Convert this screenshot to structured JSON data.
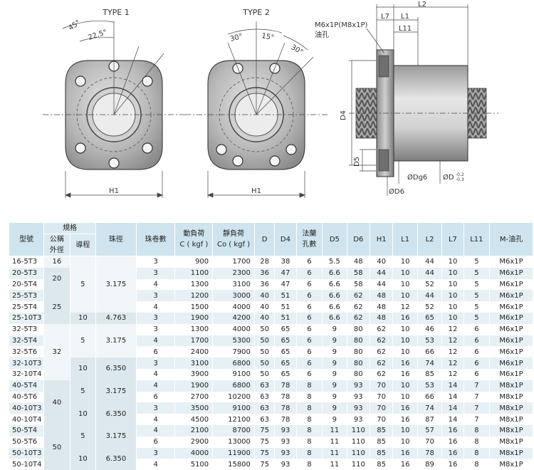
{
  "drawing": {
    "type1_label": "TYPE 1",
    "type2_label": "TYPE 2",
    "type1_angle_45": "45°",
    "type1_angle_22_5": "22.5°",
    "type2_angle_30_left": "30°",
    "type2_angle_15": "15°",
    "type2_angle_30_right": "30°",
    "h1_label_left": "H1",
    "h1_label_right": "H1",
    "side_thread": "M6x1P(M8x1P)",
    "side_oil_hole": "油孔",
    "side_L2": "L2",
    "side_L7": "L7",
    "side_L1": "L1",
    "side_L11": "L11",
    "side_D4": "D4",
    "side_D5": "D5",
    "side_Dg6": "ØDg6",
    "side_D6": "ØD6",
    "side_D_tol": "ØD",
    "side_D_tol_upper": "-0.2",
    "side_D_tol_lower": "-0.3"
  },
  "table": {
    "headers": {
      "model": "型號",
      "spec": "規格",
      "nominal_od": "公稱外徑",
      "nominal_od_line1": "公稱",
      "nominal_od_line2": "外徑",
      "lead": "導程",
      "ball_dia": "珠徑",
      "circuits": "珠卷數",
      "dynamic_load": "動負荷",
      "dynamic_load_unit": "C ( kgf )",
      "static_load": "靜負荷",
      "static_load_unit": "Co ( kgf )",
      "D": "D",
      "D4": "D4",
      "flange_holes": "法蘭孔數",
      "flange_holes_line1": "法蘭",
      "flange_holes_line2": "孔數",
      "D5": "D5",
      "D6": "D6",
      "H1": "H1",
      "L1": "L1",
      "L2": "L2",
      "L7": "L7",
      "L11": "L11",
      "oil_hole": "M-油孔"
    },
    "merged": {
      "od_16": "16",
      "od_20": "20",
      "od_25": "25",
      "od_32": "32",
      "od_40": "40",
      "od_50": "50",
      "lead_5_a": "5",
      "lead_10_a": "10",
      "lead_5_b": "5",
      "lead_10_b": "10",
      "lead_5_c": "5",
      "lead_10_c": "10",
      "lead_5_d": "5",
      "lead_10_d": "10",
      "ball_3175_a": "3.175",
      "ball_4763": "4.763",
      "ball_3175_b": "3.175",
      "ball_6350_a": "6.350",
      "ball_3175_c": "3.175",
      "ball_6350_b": "6.350",
      "ball_3175_d": "3.175",
      "ball_6350_c": "6.350"
    },
    "rows": [
      {
        "model": "16-5T3",
        "circuits": "3",
        "C": "900",
        "Co": "1700",
        "D": "28",
        "D4": "38",
        "holes": "6",
        "D5": "5.5",
        "D6": "48",
        "H1": "40",
        "L1": "10",
        "L2": "44",
        "L7": "10",
        "L11": "5",
        "M": "M6x1P"
      },
      {
        "model": "20-5T3",
        "circuits": "3",
        "C": "1100",
        "Co": "2300",
        "D": "36",
        "D4": "47",
        "holes": "6",
        "D5": "6.6",
        "D6": "58",
        "H1": "44",
        "L1": "10",
        "L2": "44",
        "L7": "10",
        "L11": "5",
        "M": "M6x1P"
      },
      {
        "model": "20-5T4",
        "circuits": "4",
        "C": "1300",
        "Co": "3100",
        "D": "36",
        "D4": "47",
        "holes": "6",
        "D5": "6.6",
        "D6": "58",
        "H1": "44",
        "L1": "10",
        "L2": "52",
        "L7": "10",
        "L11": "5",
        "M": "M6x1P"
      },
      {
        "model": "25-5T3",
        "circuits": "3",
        "C": "1200",
        "Co": "3000",
        "D": "40",
        "D4": "51",
        "holes": "6",
        "D5": "6.6",
        "D6": "62",
        "H1": "48",
        "L1": "10",
        "L2": "44",
        "L7": "10",
        "L11": "5",
        "M": "M6x1P"
      },
      {
        "model": "25-5T4",
        "circuits": "4",
        "C": "1500",
        "Co": "4000",
        "D": "40",
        "D4": "51",
        "holes": "6",
        "D5": "6.6",
        "D6": "62",
        "H1": "48",
        "L1": "12",
        "L2": "52",
        "L7": "10",
        "L11": "5",
        "M": "M6x1P"
      },
      {
        "model": "25-10T3",
        "circuits": "3",
        "C": "1900",
        "Co": "4200",
        "D": "40",
        "D4": "51",
        "holes": "6",
        "D5": "6.6",
        "D6": "62",
        "H1": "48",
        "L1": "16",
        "L2": "65",
        "L7": "10",
        "L11": "5",
        "M": "M6x1P"
      },
      {
        "model": "32-5T3",
        "circuits": "3",
        "C": "1300",
        "Co": "4000",
        "D": "50",
        "D4": "65",
        "holes": "6",
        "D5": "9",
        "D6": "80",
        "H1": "62",
        "L1": "10",
        "L2": "46",
        "L7": "12",
        "L11": "6",
        "M": "M6x1P"
      },
      {
        "model": "32-5T4",
        "circuits": "4",
        "C": "1700",
        "Co": "5300",
        "D": "50",
        "D4": "65",
        "holes": "6",
        "D5": "9",
        "D6": "80",
        "H1": "62",
        "L1": "10",
        "L2": "53",
        "L7": "12",
        "L11": "6",
        "M": "M6x1P"
      },
      {
        "model": "32-5T6",
        "circuits": "6",
        "C": "2400",
        "Co": "7900",
        "D": "50",
        "D4": "65",
        "holes": "6",
        "D5": "9",
        "D6": "80",
        "H1": "62",
        "L1": "10",
        "L2": "66",
        "L7": "12",
        "L11": "6",
        "M": "M6x1P"
      },
      {
        "model": "32-10T3",
        "circuits": "3",
        "C": "3100",
        "Co": "6800",
        "D": "50",
        "D4": "65",
        "holes": "6",
        "D5": "9",
        "D6": "80",
        "H1": "62",
        "L1": "16",
        "L2": "74",
        "L7": "12",
        "L11": "6",
        "M": "M6x1P"
      },
      {
        "model": "32-10T4",
        "circuits": "4",
        "C": "3900",
        "Co": "9100",
        "D": "50",
        "D4": "65",
        "holes": "6",
        "D5": "9",
        "D6": "80",
        "H1": "62",
        "L1": "16",
        "L2": "85",
        "L7": "12",
        "L11": "6",
        "M": "M6x1P"
      },
      {
        "model": "40-5T4",
        "circuits": "4",
        "C": "1900",
        "Co": "6800",
        "D": "63",
        "D4": "78",
        "holes": "8",
        "D5": "9",
        "D6": "93",
        "H1": "70",
        "L1": "10",
        "L2": "53",
        "L7": "14",
        "L11": "7",
        "M": "M8x1P"
      },
      {
        "model": "40-5T6",
        "circuits": "6",
        "C": "2700",
        "Co": "10200",
        "D": "63",
        "D4": "78",
        "holes": "8",
        "D5": "9",
        "D6": "93",
        "H1": "70",
        "L1": "10",
        "L2": "66",
        "L7": "14",
        "L11": "7",
        "M": "M8x1P"
      },
      {
        "model": "40-10T3",
        "circuits": "3",
        "C": "3500",
        "Co": "9100",
        "D": "63",
        "D4": "78",
        "holes": "8",
        "D5": "9",
        "D6": "93",
        "H1": "70",
        "L1": "16",
        "L2": "74",
        "L7": "14",
        "L11": "7",
        "M": "M8x1P"
      },
      {
        "model": "40-10T4",
        "circuits": "4",
        "C": "4500",
        "Co": "12100",
        "D": "63",
        "D4": "78",
        "holes": "8",
        "D5": "9",
        "D6": "93",
        "H1": "70",
        "L1": "16",
        "L2": "87",
        "L7": "14",
        "L11": "7",
        "M": "M8x1P"
      },
      {
        "model": "50-5T4",
        "circuits": "4",
        "C": "2100",
        "Co": "8700",
        "D": "75",
        "D4": "93",
        "holes": "8",
        "D5": "11",
        "D6": "110",
        "H1": "85",
        "L1": "10",
        "L2": "57",
        "L7": "16",
        "L11": "8",
        "M": "M8x1P"
      },
      {
        "model": "50-5T6",
        "circuits": "6",
        "C": "2900",
        "Co": "13000",
        "D": "75",
        "D4": "93",
        "holes": "8",
        "D5": "11",
        "D6": "110",
        "H1": "85",
        "L1": "10",
        "L2": "70",
        "L7": "16",
        "L11": "8",
        "M": "M8x1P"
      },
      {
        "model": "50-10T3",
        "circuits": "3",
        "C": "4000",
        "Co": "11900",
        "D": "75",
        "D4": "93",
        "holes": "8",
        "D5": "11",
        "D6": "110",
        "H1": "85",
        "L1": "16",
        "L2": "78",
        "L7": "16",
        "L11": "8",
        "M": "M8x1P"
      },
      {
        "model": "50-10T4",
        "circuits": "4",
        "C": "5100",
        "Co": "15800",
        "D": "75",
        "D4": "93",
        "holes": "8",
        "D5": "11",
        "D6": "110",
        "H1": "85",
        "L1": "16",
        "L2": "89",
        "L7": "16",
        "L11": "8",
        "M": "M8x1P"
      }
    ]
  }
}
